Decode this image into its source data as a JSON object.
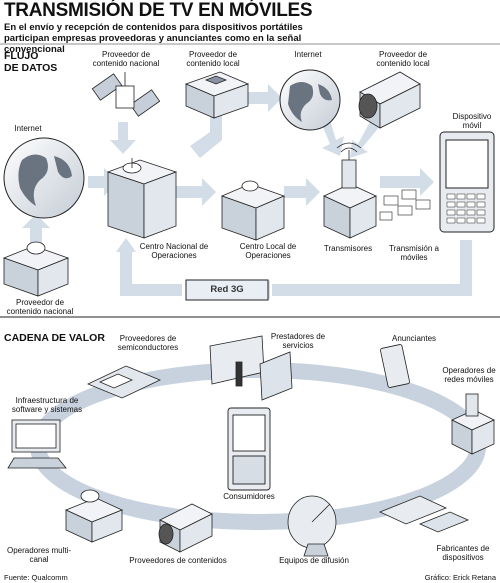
{
  "title": "TRANSMISIÓN DE TV EN MÓVILES",
  "subtitle": "En el envío y recepción de contenidos para dispositivos portátiles participan empresas proveedoras y anunciantes como en la señal convencional",
  "flow": {
    "heading_line1": "FLUJO",
    "heading_line2": "DE DATOS",
    "internet_left": "Internet",
    "proveedor_nacional_top": "Proveedor de contenido nacional",
    "proveedor_local_top": "Proveedor de contenido local",
    "internet_top": "Internet",
    "proveedor_local_right": "Proveedor de contenido local",
    "dispositivo_movil": "Dispositivo móvil",
    "centro_nacional": "Centro Nacional de Operaciones",
    "centro_local": "Centro Local de Operaciones",
    "transmisores": "Transmisores",
    "transmision_moviles": "Transmisión a móviles",
    "red_3g": "Red 3G",
    "proveedor_nacional_bottom": "Proveedor de contenido nacional"
  },
  "value_chain": {
    "heading": "CADENA DE VALOR",
    "semiconductores": "Proveedores de semiconductores",
    "servicios": "Prestadores de servicios",
    "anunciantes": "Anunciantes",
    "operadores_redes": "Operadores de redes móviles",
    "infraestructura": "Infraestructura de software y sistemas",
    "consumidores": "Consumidores",
    "operadores_multicanal": "Operadores multi-canal",
    "proveedores_contenidos": "Proveedores de contenidos",
    "equipos_difusion": "Equipos de difusión",
    "fabricantes": "Fabricantes de dispositivos"
  },
  "footer": {
    "source": "Fuente: Qualcomm",
    "credit": "Gráfico: Erick Retana"
  }
}
